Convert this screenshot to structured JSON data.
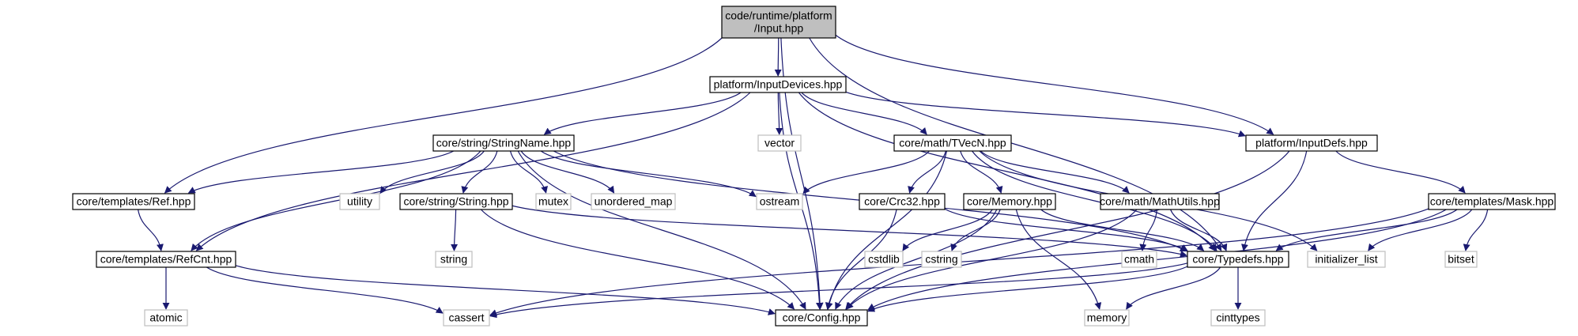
{
  "diagram": {
    "colors": {
      "edge": "#191970",
      "box_border": "#000000",
      "ext_border": "#bfbfbf",
      "root_fill": "#bfbfbf",
      "box_fill": "#ffffff"
    },
    "nodes": {
      "input_hpp": {
        "lines": [
          "code/runtime/platform",
          "/Input.hpp"
        ],
        "kind": "root"
      },
      "input_devices": {
        "lines": [
          "platform/InputDevices.hpp"
        ],
        "kind": "header"
      },
      "string_name": {
        "lines": [
          "core/string/StringName.hpp"
        ],
        "kind": "header"
      },
      "vector": {
        "lines": [
          "vector"
        ],
        "kind": "system"
      },
      "tvecn": {
        "lines": [
          "core/math/TVecN.hpp"
        ],
        "kind": "header"
      },
      "input_defs": {
        "lines": [
          "platform/InputDefs.hpp"
        ],
        "kind": "header"
      },
      "ref_hpp": {
        "lines": [
          "core/templates/Ref.hpp"
        ],
        "kind": "header"
      },
      "utility": {
        "lines": [
          "utility"
        ],
        "kind": "system"
      },
      "string_hpp": {
        "lines": [
          "core/string/String.hpp"
        ],
        "kind": "header"
      },
      "mutex": {
        "lines": [
          "mutex"
        ],
        "kind": "system"
      },
      "unordered_map": {
        "lines": [
          "unordered_map"
        ],
        "kind": "system"
      },
      "ostream": {
        "lines": [
          "ostream"
        ],
        "kind": "system"
      },
      "crc32": {
        "lines": [
          "core/Crc32.hpp"
        ],
        "kind": "header"
      },
      "memory_hpp": {
        "lines": [
          "core/Memory.hpp"
        ],
        "kind": "header"
      },
      "mathutils": {
        "lines": [
          "core/math/MathUtils.hpp"
        ],
        "kind": "header"
      },
      "mask": {
        "lines": [
          "core/templates/Mask.hpp"
        ],
        "kind": "header"
      },
      "refcnt": {
        "lines": [
          "core/templates/RefCnt.hpp"
        ],
        "kind": "header"
      },
      "string_sys": {
        "lines": [
          "string"
        ],
        "kind": "system"
      },
      "cstdlib": {
        "lines": [
          "cstdlib"
        ],
        "kind": "system"
      },
      "cstring": {
        "lines": [
          "cstring"
        ],
        "kind": "system"
      },
      "cmath": {
        "lines": [
          "cmath"
        ],
        "kind": "system"
      },
      "typedefs": {
        "lines": [
          "core/Typedefs.hpp"
        ],
        "kind": "header"
      },
      "initializer_list": {
        "lines": [
          "initializer_list"
        ],
        "kind": "system"
      },
      "bitset": {
        "lines": [
          "bitset"
        ],
        "kind": "system"
      },
      "atomic": {
        "lines": [
          "atomic"
        ],
        "kind": "system"
      },
      "cassert": {
        "lines": [
          "cassert"
        ],
        "kind": "system"
      },
      "config": {
        "lines": [
          "core/Config.hpp"
        ],
        "kind": "header"
      },
      "memory_sys": {
        "lines": [
          "memory"
        ],
        "kind": "system"
      },
      "cinttypes": {
        "lines": [
          "cinttypes"
        ],
        "kind": "system"
      }
    },
    "edges": [
      [
        "input_hpp",
        "input_devices"
      ],
      [
        "input_hpp",
        "ref_hpp"
      ],
      [
        "input_hpp",
        "config"
      ],
      [
        "input_hpp",
        "input_defs"
      ],
      [
        "input_hpp",
        "typedefs"
      ],
      [
        "input_devices",
        "string_name"
      ],
      [
        "input_devices",
        "vector"
      ],
      [
        "input_devices",
        "tvecn"
      ],
      [
        "input_devices",
        "input_defs"
      ],
      [
        "input_devices",
        "refcnt"
      ],
      [
        "input_devices",
        "config"
      ],
      [
        "input_devices",
        "typedefs"
      ],
      [
        "string_name",
        "ref_hpp"
      ],
      [
        "string_name",
        "utility"
      ],
      [
        "string_name",
        "string_hpp"
      ],
      [
        "string_name",
        "mutex"
      ],
      [
        "string_name",
        "unordered_map"
      ],
      [
        "string_name",
        "ostream"
      ],
      [
        "string_name",
        "refcnt"
      ],
      [
        "string_name",
        "config"
      ],
      [
        "string_name",
        "typedefs"
      ],
      [
        "tvecn",
        "ostream"
      ],
      [
        "tvecn",
        "crc32"
      ],
      [
        "tvecn",
        "memory_hpp"
      ],
      [
        "tvecn",
        "mathutils"
      ],
      [
        "tvecn",
        "typedefs"
      ],
      [
        "tvecn",
        "config"
      ],
      [
        "tvecn",
        "initializer_list"
      ],
      [
        "input_defs",
        "mask"
      ],
      [
        "input_defs",
        "typedefs"
      ],
      [
        "input_defs",
        "config"
      ],
      [
        "ref_hpp",
        "refcnt"
      ],
      [
        "string_hpp",
        "string_sys"
      ],
      [
        "string_hpp",
        "typedefs"
      ],
      [
        "string_hpp",
        "config"
      ],
      [
        "crc32",
        "typedefs"
      ],
      [
        "crc32",
        "config"
      ],
      [
        "memory_hpp",
        "cstdlib"
      ],
      [
        "memory_hpp",
        "cstring"
      ],
      [
        "memory_hpp",
        "memory_sys"
      ],
      [
        "memory_hpp",
        "typedefs"
      ],
      [
        "memory_hpp",
        "config"
      ],
      [
        "mathutils",
        "cmath"
      ],
      [
        "mathutils",
        "typedefs"
      ],
      [
        "mathutils",
        "config"
      ],
      [
        "mask",
        "typedefs"
      ],
      [
        "mask",
        "initializer_list"
      ],
      [
        "mask",
        "bitset"
      ],
      [
        "mask",
        "cassert"
      ],
      [
        "mask",
        "config"
      ],
      [
        "refcnt",
        "atomic"
      ],
      [
        "refcnt",
        "cassert"
      ],
      [
        "refcnt",
        "config"
      ],
      [
        "typedefs",
        "cassert"
      ],
      [
        "typedefs",
        "memory_sys"
      ],
      [
        "typedefs",
        "cinttypes"
      ],
      [
        "typedefs",
        "config"
      ]
    ]
  }
}
